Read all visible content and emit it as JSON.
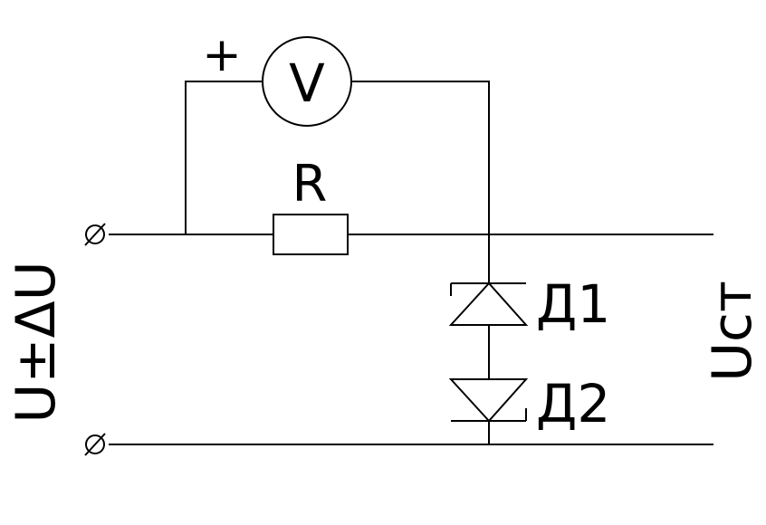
{
  "labels": {
    "plus": "+",
    "voltmeter": "V",
    "resistor": "R",
    "diode1": "Д1",
    "diode2": "Д2",
    "input_voltage": "U±ΔU",
    "output_voltage": "Uст"
  },
  "colors": {
    "line": "#000000",
    "background": "#ffffff"
  },
  "icons": {
    "terminal": "terminal-circle-slash-icon",
    "diode": "zener-diode-icon"
  }
}
